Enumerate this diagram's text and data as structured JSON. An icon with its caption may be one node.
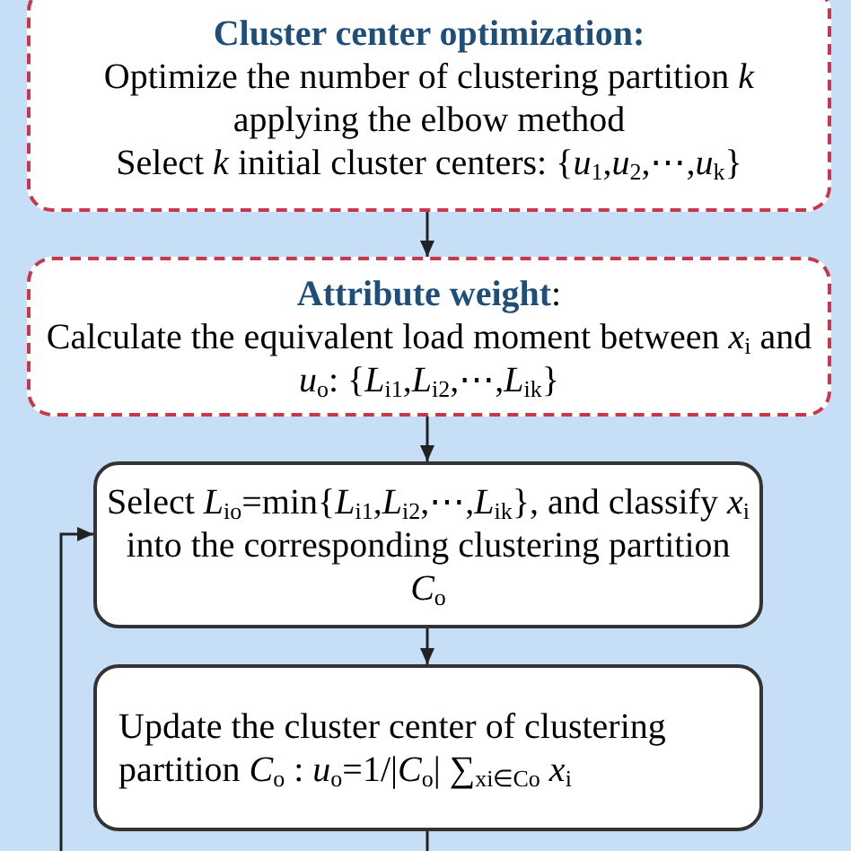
{
  "diagram": {
    "nodes": [
      {
        "text": [
          "Cluster center optimization:",
          "Optimize the number of clustering partition *k* applying the elbow method",
          "Select *k* initial cluster centers: {*u*$_{1}$,*u*$_{2}$,⋯,*u*$_{k}$}"
        ]
      },
      {
        "text": [
          "**Attribute weight**:",
          "Calculate the equivalent load moment between *x*$_{i}$ and *u*$_{o}$: {*L*$_{i1}$,*L*$_{i2}$,⋯,*L*$_{ik}$}"
        ]
      },
      {
        "text": [
          "Select *L*$_{io}$=min{*L*$_{i1}$,*L*$_{i2}$,⋯,*L*$_{ik}$}, and classify *x*$_{i}$ into the corresponding clustering partition *C*$_{o}$"
        ]
      },
      {
        "text": [
          "Update the cluster center of clustering partition *C*$_{o}$ : *u*$_{o}$=1/|*C*$_{o}$| ∑$_{xi∈Co}$ *x*$_{i}$"
        ]
      }
    ],
    "edges": [
      {
        "from": 0,
        "to": 1,
        "arrow": "to"
      },
      {
        "from": 1,
        "to": 2,
        "arrow": "to"
      },
      {
        "from": 2,
        "to": 3,
        "arrow": "to"
      },
      {
        "from": 3,
        "to": null,
        "arrow": "none"
      },
      {
        "from": null,
        "to": 2,
        "arrow": "to"
      }
    ]
  }
}
